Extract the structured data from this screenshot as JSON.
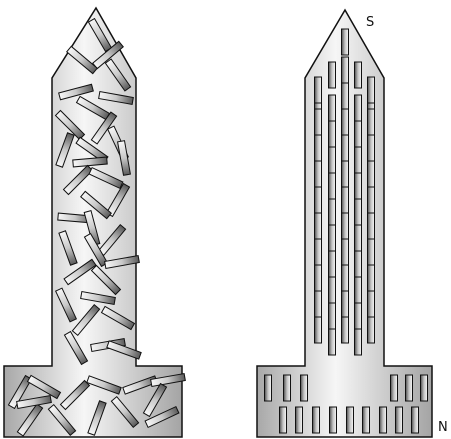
{
  "labels": {
    "south": "S",
    "north": "N"
  },
  "colors": {
    "outline": "#111111",
    "body_light": "#f4f4f4",
    "body_dark": "#a9a9a9",
    "domain_light": "#f6f6f6",
    "domain_dark": "#585858"
  },
  "panels": [
    {
      "id": "unmagnetized",
      "domain_arrangement": "random"
    },
    {
      "id": "magnetized",
      "domain_arrangement": "aligned"
    }
  ]
}
